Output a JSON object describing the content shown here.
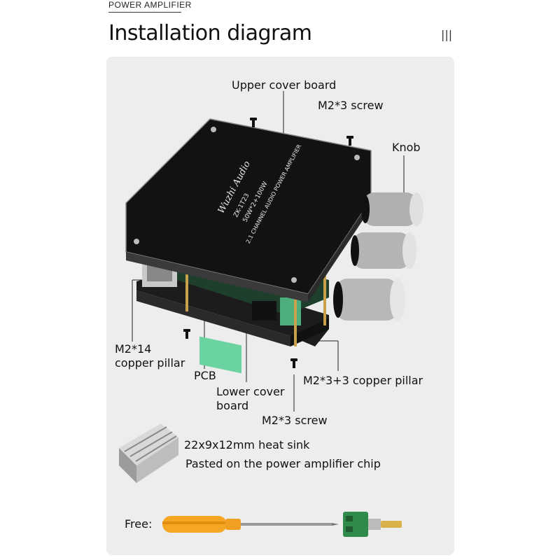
{
  "header": {
    "category": "POWER AMPLIFIER",
    "title": "Installation diagram",
    "menu_icon": "menu-icon"
  },
  "diagram": {
    "upper_cover": "Upper cover board",
    "screw_top": "M2*3 screw",
    "knob": "Knob",
    "pillar_14_line1": "M2*14",
    "pillar_14_line2": "copper pillar",
    "pcb": "PCB",
    "lower_cover_line1": "Lower cover",
    "lower_cover_line2": "board",
    "pillar_3_3": "M2*3+3 copper pillar",
    "screw_bottom": "M2*3 screw"
  },
  "extras": {
    "heat_sink_spec": "22x9x12mm heat sink",
    "heat_sink_note": "Pasted on the power amplifier chip",
    "free_label": "Free:"
  },
  "board_print": {
    "brand": "Wuzhi Audio",
    "model": "ZK-1T23",
    "power": "50W*2+100W",
    "desc": "2.1 CHANNEL AUDIO POWER AMPLIFIER"
  },
  "colors": {
    "panel": "#ededed",
    "board": "#1a1a1a",
    "screwdriver_handle": "#f5a623"
  }
}
